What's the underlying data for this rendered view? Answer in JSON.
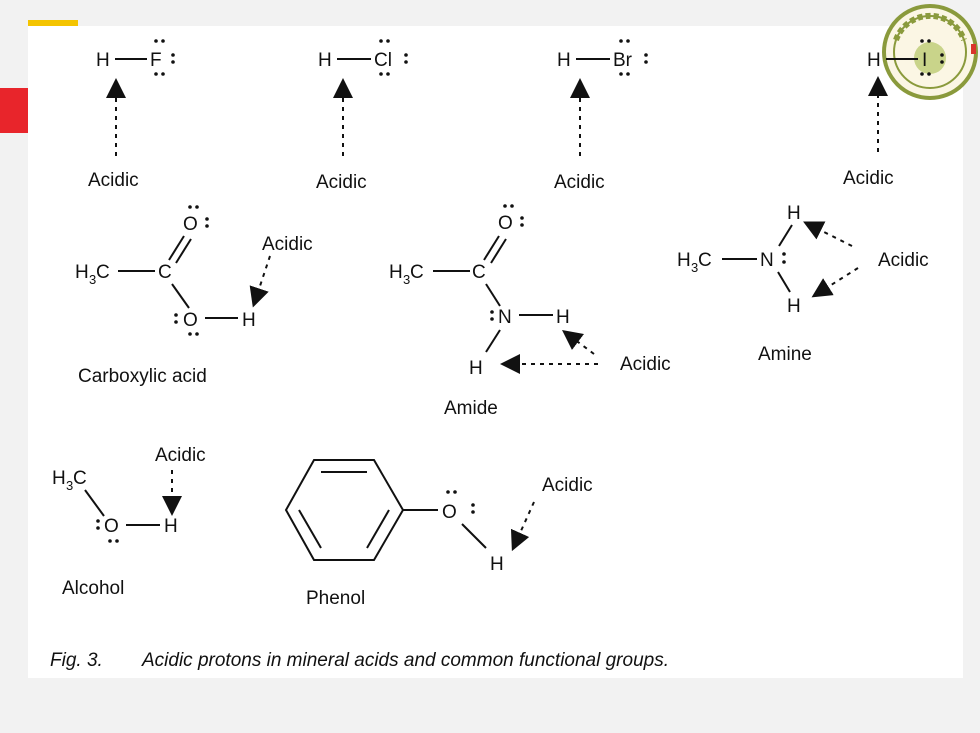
{
  "labels": {
    "acidic": "Acidic",
    "carboxylic_acid": "Carboxylic acid",
    "amide": "Amide",
    "amine": "Amine",
    "alcohol": "Alcohol",
    "phenol": "Phenol"
  },
  "atoms": {
    "H": "H",
    "F": "F",
    "Cl": "Cl",
    "Br": "Br",
    "I": "I",
    "O": "O",
    "N": "N",
    "C": "C",
    "H3C_main": "H",
    "H3C_sub": "3",
    "H3C_C": "C"
  },
  "caption": {
    "prefix": "Fig. 3.",
    "text": "Acidic protons in mineral acids and common functional groups."
  },
  "colors": {
    "accent_yellow": "#f4c400",
    "accent_red": "#e8252b",
    "seal_green": "#8a9a3c"
  },
  "icons": [
    "university-seal-icon"
  ]
}
